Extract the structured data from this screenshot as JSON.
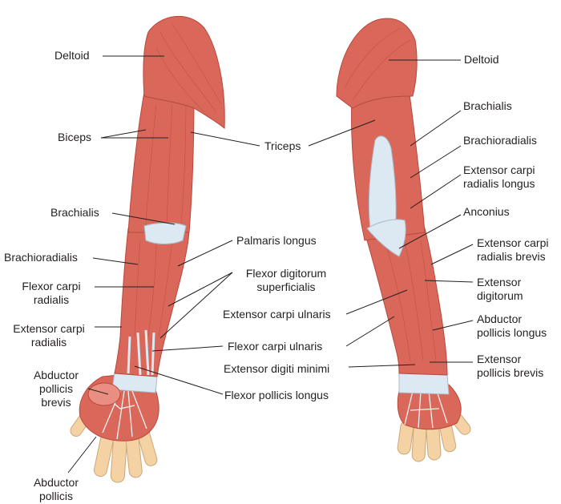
{
  "colors": {
    "muscle": "#d9685a",
    "muscle_light": "#e98e80",
    "muscle_dark": "#b8483d",
    "tendon": "#dce8f2",
    "skin": "#f5d2a3",
    "line": "#231f20"
  },
  "labels": {
    "deltoid_left": "Deltoid",
    "deltoid_right": "Deltoid",
    "biceps": "Biceps",
    "triceps": "Triceps",
    "brachialis_left": "Brachialis",
    "brachialis_right": "Brachialis",
    "brachioradialis_left": "Brachioradialis",
    "brachioradialis_right": "Brachioradialis",
    "palmaris_longus": "Palmaris longus",
    "flexor_carpi_radialis": "Flexor carpi\nradialis",
    "flexor_digitorum_superficialis": "Flexor digitorum\nsuperficialis",
    "extensor_carpi_radialis_left": "Extensor carpi\nradialis",
    "extensor_carpi_radialis_longus": "Extensor carpi\nradialis longus",
    "anconius": "Anconius",
    "extensor_carpi_radialis_brevis": "Extensor carpi\nradialis brevis",
    "extensor_digitorum": "Extensor\ndigitorum",
    "extensor_carpi_ulnaris": "Extensor carpi ulnaris",
    "flexor_carpi_ulnaris": "Flexor carpi ulnaris",
    "abductor_pollicis_longus": "Abductor\npollicis longus",
    "extensor_digiti_minimi": "Extensor digiti minimi",
    "extensor_pollicis_brevis": "Extensor\npollicis brevis",
    "abductor_pollicis_brevis": "Abductor\npollicis brevis",
    "flexor_pollicis_longus": "Flexor pollicis longus",
    "abductor_pollicis": "Abductor\npollicis"
  }
}
